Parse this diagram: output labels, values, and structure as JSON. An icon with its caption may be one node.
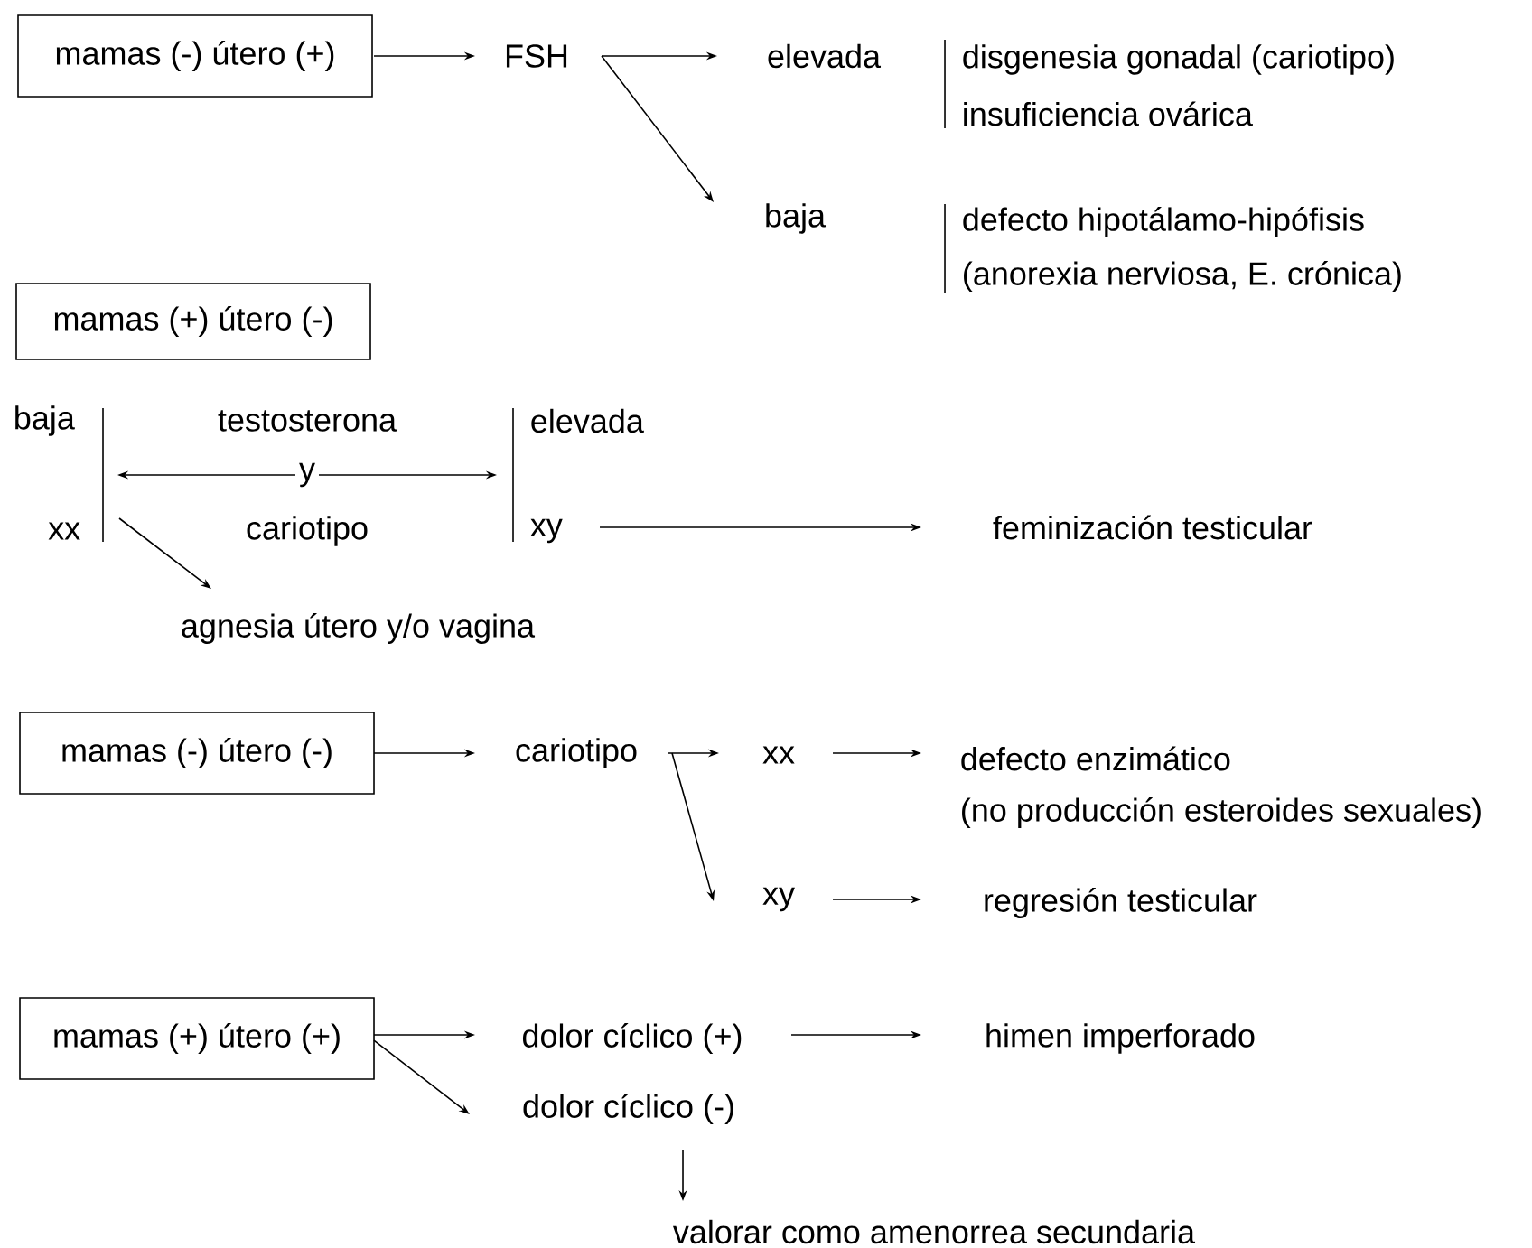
{
  "diagram": {
    "nodes": [
      {
        "text": [
          "mamas (-) útero (+)"
        ]
      },
      {
        "text": [
          "FSH"
        ]
      },
      {
        "text": [
          "elevada"
        ],
        "beside": [
          "disgenesia gonadal (cariotipo)",
          "insuficiencia ovárica"
        ]
      },
      {
        "text": [
          "baja"
        ],
        "beside": [
          "defecto hipotálamo-hipófisis",
          "(anorexia nerviosa, E. crónica)"
        ]
      },
      {
        "text": [
          "mamas (+) útero (-)"
        ]
      },
      {
        "text": [
          "baja",
          "xx"
        ]
      },
      {
        "text": [
          "elevada",
          "xy"
        ]
      },
      {
        "text": [
          "agnesia útero y/o vagina"
        ]
      },
      {
        "text": [
          "feminización testicular"
        ]
      },
      {
        "text": [
          "mamas (-) útero (-)"
        ]
      },
      {
        "text": [
          "cariotipo"
        ]
      },
      {
        "text": [
          "xx"
        ]
      },
      {
        "text": [
          "xy"
        ]
      },
      {
        "text": [
          "defecto enzimático",
          "(no producción esteroides sexuales)"
        ]
      },
      {
        "text": [
          "regresión testicular"
        ]
      },
      {
        "text": [
          "mamas (+) útero (+)"
        ]
      },
      {
        "text": [
          "dolor cíclico (+)"
        ]
      },
      {
        "text": [
          "dolor cíclico (-)"
        ]
      },
      {
        "text": [
          "himen imperforado"
        ]
      },
      {
        "text": [
          "valorar como amenorrea secundaria"
        ]
      }
    ],
    "edges": [
      {
        "from": 0,
        "to": 1,
        "arrow": "to"
      },
      {
        "from": 1,
        "to": 2,
        "arrow": "to"
      },
      {
        "from": 1,
        "to": 3,
        "arrow": "to"
      },
      {
        "from": 5,
        "to": 6,
        "arrow": "both",
        "label": "y"
      },
      {
        "from": 5,
        "to": 7,
        "arrow": "to"
      },
      {
        "from": 6,
        "to": 8,
        "arrow": "to"
      },
      {
        "from": 9,
        "to": 10,
        "arrow": "to"
      },
      {
        "from": 10,
        "to": 11,
        "arrow": "to"
      },
      {
        "from": 10,
        "to": 12,
        "arrow": "to"
      },
      {
        "from": 11,
        "to": 13,
        "arrow": "to"
      },
      {
        "from": 12,
        "to": 14,
        "arrow": "to"
      },
      {
        "from": 15,
        "to": 16,
        "arrow": "to"
      },
      {
        "from": 15,
        "to": 17,
        "arrow": "to"
      },
      {
        "from": 16,
        "to": 18,
        "arrow": "to"
      },
      {
        "from": 17,
        "to": 19,
        "arrow": "to"
      }
    ],
    "labels": [
      "testosterona",
      "cariotipo"
    ]
  }
}
